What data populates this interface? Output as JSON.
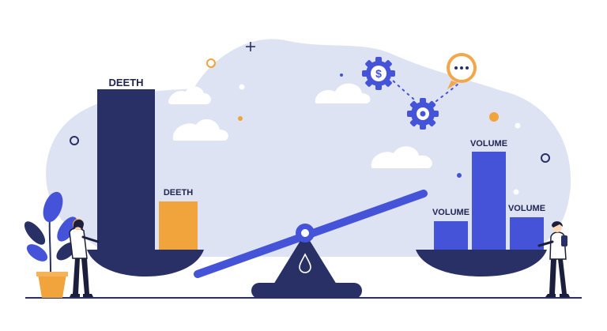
{
  "left_bars": [
    {
      "label": "DEETH",
      "color": "#283066"
    },
    {
      "label": "DEETH",
      "color": "#f1a43c"
    }
  ],
  "right_bars": [
    {
      "label": "VOLUME",
      "color": "#4453d8"
    },
    {
      "label": "VOLUME",
      "color": "#4453d8"
    },
    {
      "label": "VOLUME",
      "color": "#4453d8"
    }
  ],
  "colors": {
    "background_blob": "#dde3f2",
    "navy": "#283066",
    "accent_blue": "#4453d8",
    "orange": "#f1a43c",
    "speech_bubble": "#f4a64a"
  },
  "icons": [
    "dollar-gear-icon",
    "gear-icon",
    "speech-bubble-icon",
    "plant-icon",
    "water-drop-icon"
  ]
}
